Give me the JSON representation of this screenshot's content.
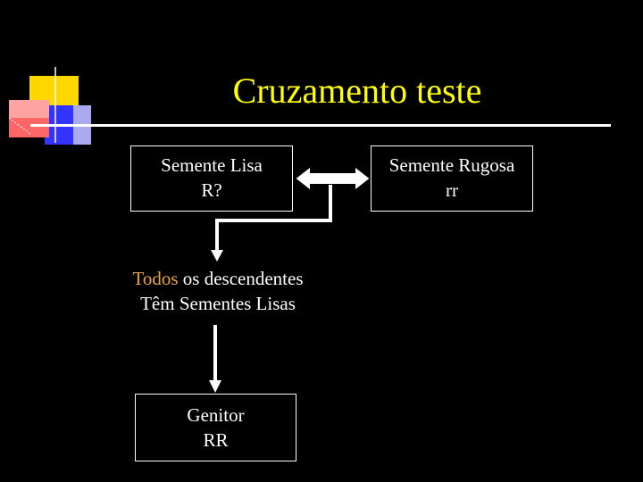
{
  "slide": {
    "title": "Cruzamento teste",
    "box_left": {
      "line1": "Semente Lisa",
      "line2": "R?"
    },
    "box_right": {
      "line1": "Semente Rugosa",
      "line2": "rr"
    },
    "result": {
      "line1_highlight": "Todos",
      "line1_rest": " os descendentes",
      "line2": "Têm Sementes Lisas"
    },
    "box_bottom": {
      "line1": "Genitor",
      "line2": "RR"
    }
  },
  "colors": {
    "background": "#000000",
    "title": "#ffff00",
    "text": "#ffffff",
    "highlight": "#e8a544",
    "deco_yellow": "#ffd700",
    "deco_red": "#ff6666",
    "deco_blue": "#3333ff",
    "deco_lightblue": "#aaaaee"
  }
}
